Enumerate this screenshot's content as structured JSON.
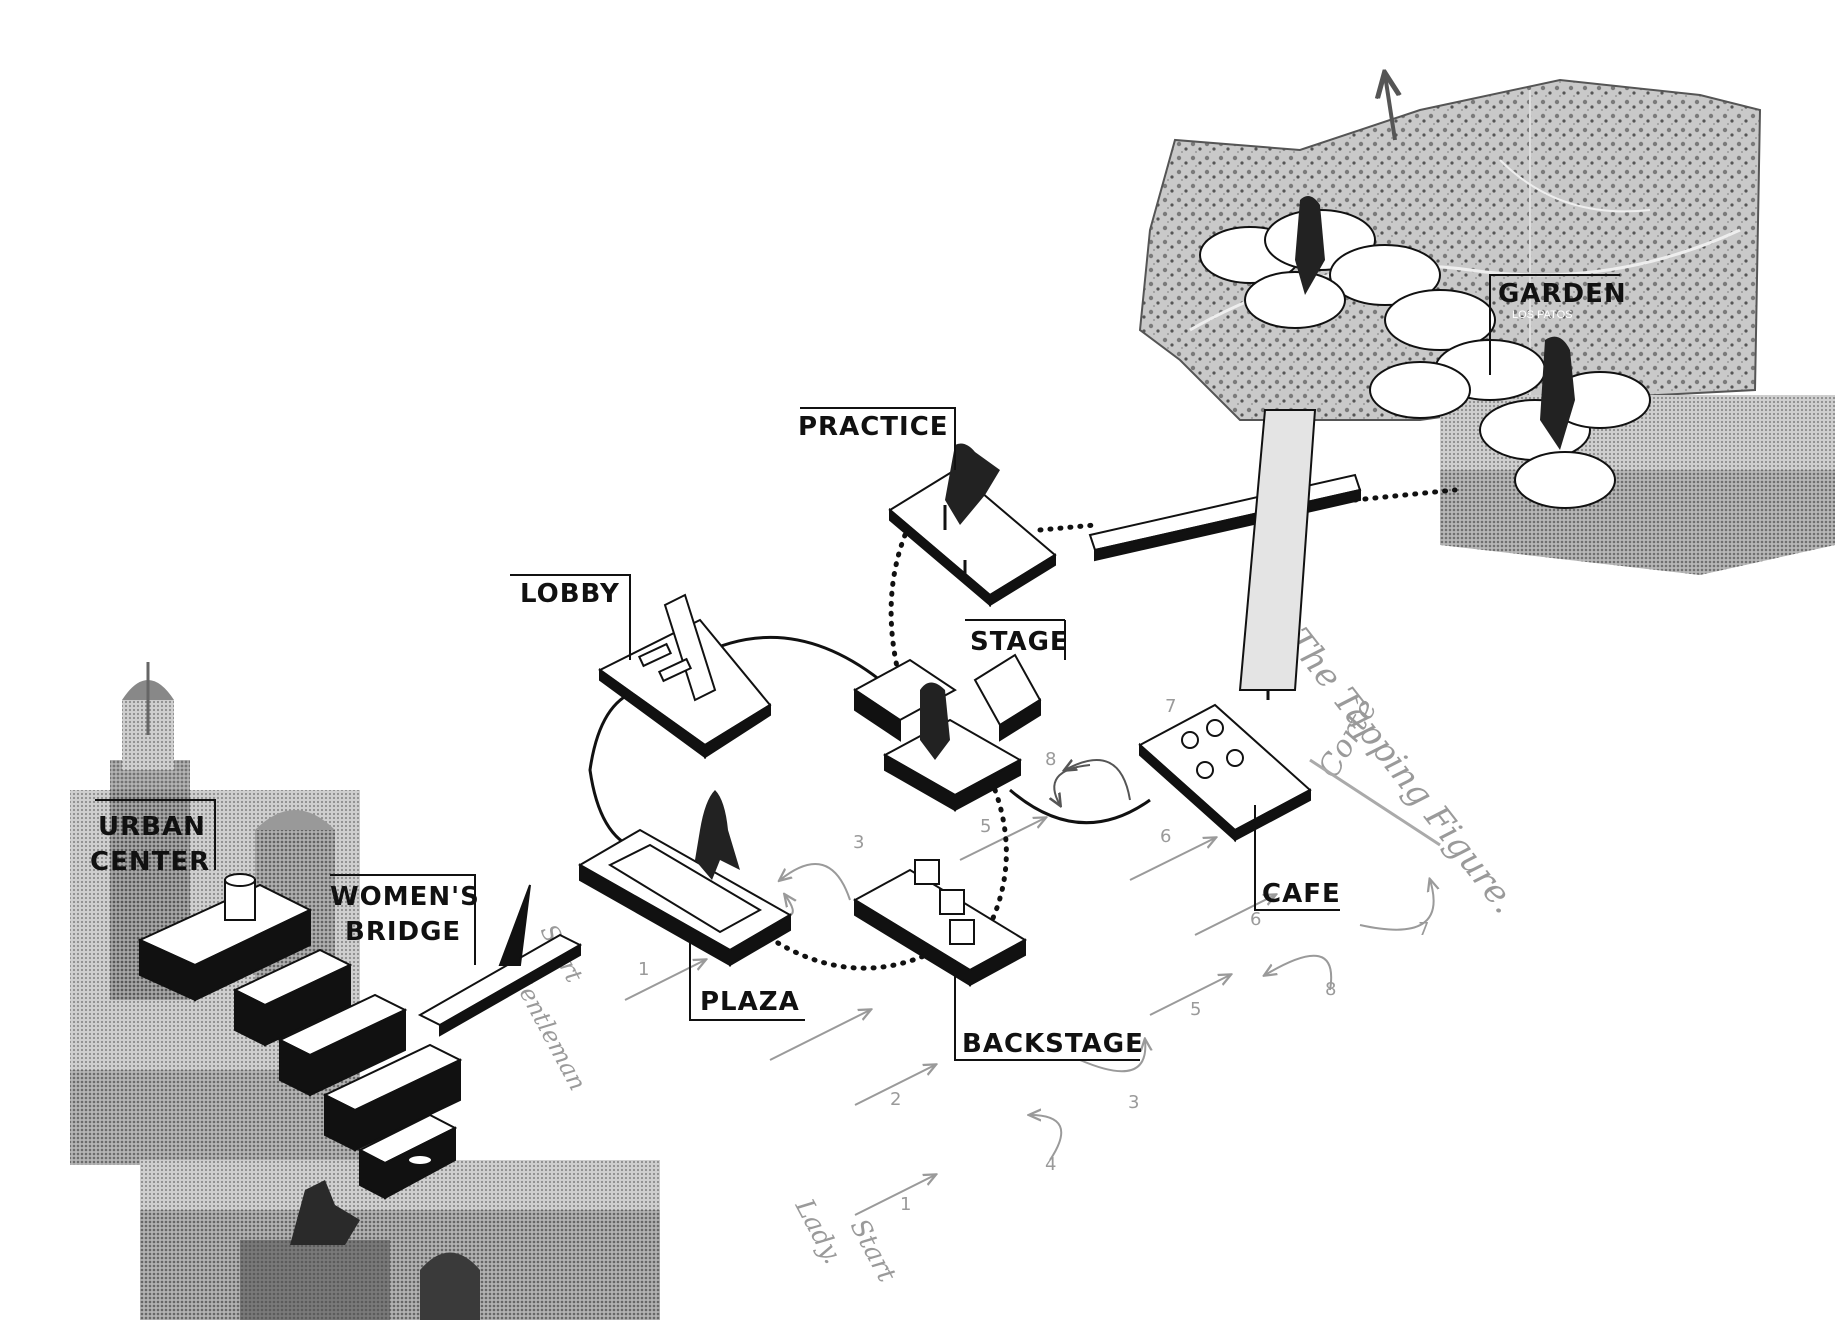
{
  "labels": {
    "urban_center": [
      "URBAN",
      "CENTER"
    ],
    "womens_bridge": [
      "WOMEN'S",
      "BRIDGE"
    ],
    "lobby": "LOBBY",
    "plaza": "PLAZA",
    "practice": "PRACTICE",
    "stage": "STAGE",
    "backstage": "BACKSTAGE",
    "cafe": "CAFE",
    "garden": "GARDEN",
    "garden_sub": "LOS PATOS"
  },
  "tango_figure": {
    "title": "The Tapping Figure.",
    "subtitle": "Corté",
    "start_lady": [
      "Start",
      "Lady."
    ],
    "start_gentleman": [
      "Start",
      "Gentleman"
    ],
    "step_numbers": [
      "1",
      "2",
      "3",
      "4",
      "5",
      "6",
      "7",
      "8"
    ]
  },
  "colors": {
    "ink": "#111111",
    "faded": "#9a9a9a",
    "photo_light": "#d4d4d4",
    "photo_mid": "#8a8a8a",
    "photo_dark": "#3a3a3a"
  }
}
